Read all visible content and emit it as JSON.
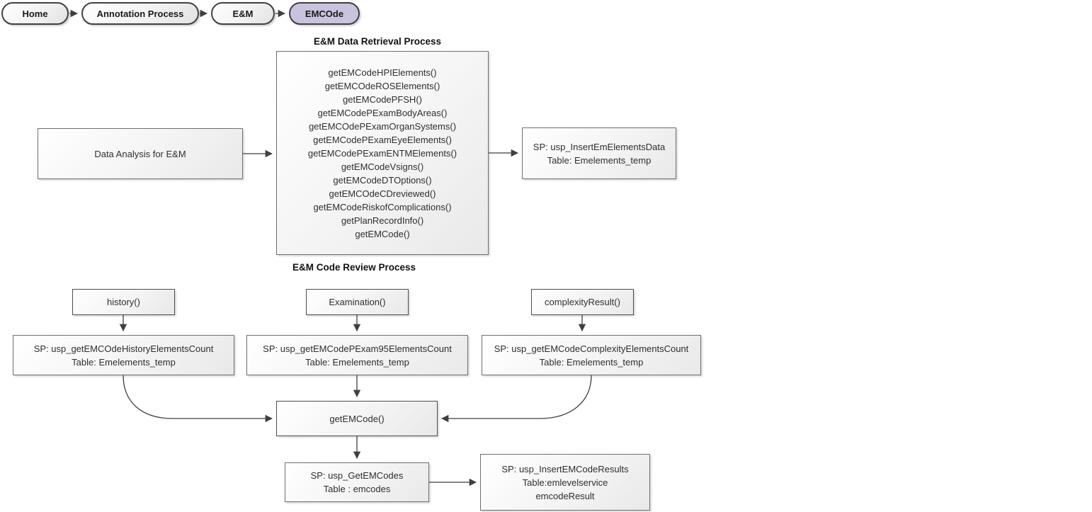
{
  "breadcrumb": {
    "items": [
      {
        "label": "Home",
        "active": false
      },
      {
        "label": "Annotation Process",
        "active": false
      },
      {
        "label": "E&M",
        "active": false
      },
      {
        "label": "EMCOde",
        "active": true
      }
    ]
  },
  "colors": {
    "active_pill": "#c9c3dd",
    "connector": "#3f3f3f",
    "box_border": "#6e6e6e"
  },
  "retrieval": {
    "title": "E&M Data Retrieval Process",
    "source_box_label": "Data Analysis for E&M",
    "functions": [
      "getEMCodeHPIElements()",
      "getEMCOdeROSElements()",
      "getEMCodePFSH()",
      "getEMCodePExamBodyAreas()",
      "getEMCOdePExamOrganSystems()",
      "getEMCodePExamEyeElements()",
      "getEMCodePExamENTMElements()",
      "getEMCodeVsigns()",
      "getEMCodeDTOptions()",
      "getEMCOdeCDreviewed()",
      "getEMCodeRiskofComplications()",
      "getPlanRecordInfo()",
      "getEMCode()"
    ],
    "target_box": {
      "line1": "SP: usp_InsertEmElementsData",
      "line2": "Table: Emelements_temp"
    }
  },
  "review": {
    "title": "E&M Code Review Process",
    "inputs": [
      {
        "label": "history()"
      },
      {
        "label": "Examination()"
      },
      {
        "label": "complexityResult()"
      }
    ],
    "sp_boxes": [
      {
        "line1": "SP: usp_getEMCOdeHistoryElementsCount",
        "line2": "Table: Emelements_temp"
      },
      {
        "line1": "SP: usp_getEMCodePExam95ElementsCount",
        "line2": "Table: Emelements_temp"
      },
      {
        "line1": "SP: usp_getEMCodeComplexityElementsCount",
        "line2": "Table: Emelements_temp"
      }
    ],
    "merge_box_label": "getEMCode()",
    "codes_box": {
      "line1": "SP: usp_GetEMCodes",
      "line2": "Table : emcodes"
    },
    "results_box": {
      "line1": "SP: usp_InsertEMCodeResults",
      "line2": "Table:emlevelservice",
      "line3": "emcodeResult"
    }
  }
}
